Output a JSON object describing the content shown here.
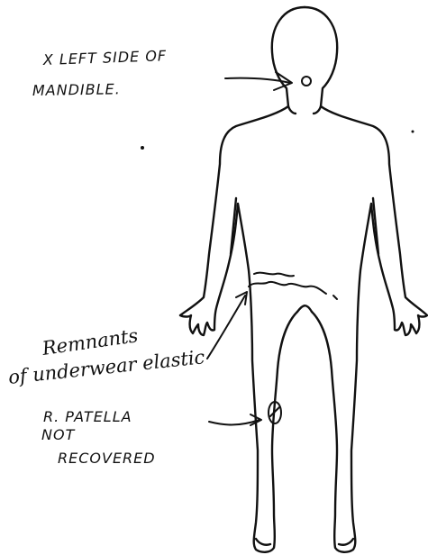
{
  "annotations": {
    "mandible_line1": "X LEFT SIDE OF",
    "mandible_line2": "MANDIBLE.",
    "remnants_line1": "Remnants",
    "remnants_line2": "of underwear elastic",
    "patella_line1": "R. PATELLA",
    "patella_line2": "NOT",
    "patella_line3": "RECOVERED"
  },
  "colors": {
    "ink": "#111111",
    "background": "#ffffff"
  }
}
